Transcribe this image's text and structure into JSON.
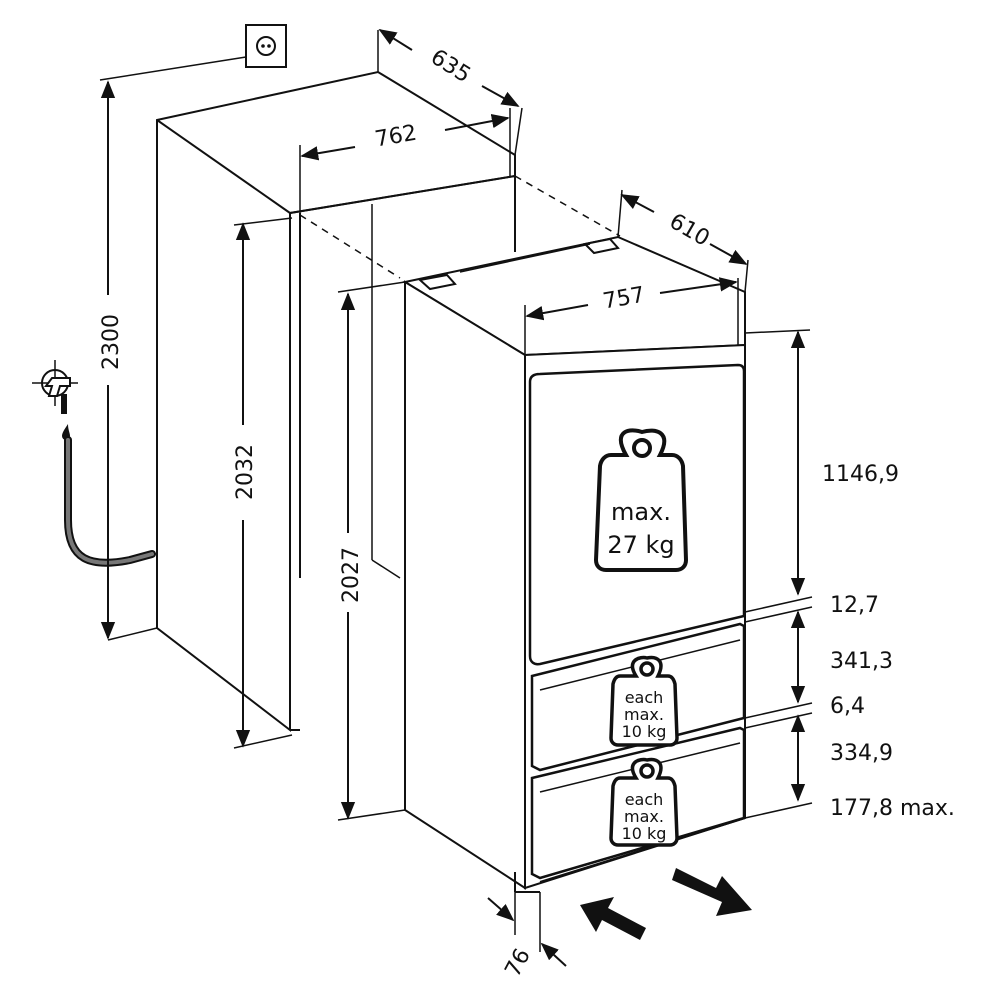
{
  "dimensions": {
    "niche_depth": "635",
    "niche_width": "762",
    "niche_total_height": "2300",
    "niche_height": "2032",
    "appliance_height": "2027",
    "appliance_depth": "610",
    "appliance_width": "757",
    "door_upper": "1146,9",
    "gap_1": "12,7",
    "drawer_1": "341,3",
    "gap_2": "6,4",
    "drawer_2": "334,9",
    "plinth": "177,8 max.",
    "door_offset": "76"
  },
  "weights": {
    "upper_label": [
      "max.",
      "27 kg"
    ],
    "drawer_label": [
      "each",
      "max.",
      "10 kg"
    ]
  },
  "icons": [
    "socket-icon",
    "water-tap-icon",
    "weight-icon",
    "arrow-in-icon",
    "arrow-out-icon"
  ]
}
